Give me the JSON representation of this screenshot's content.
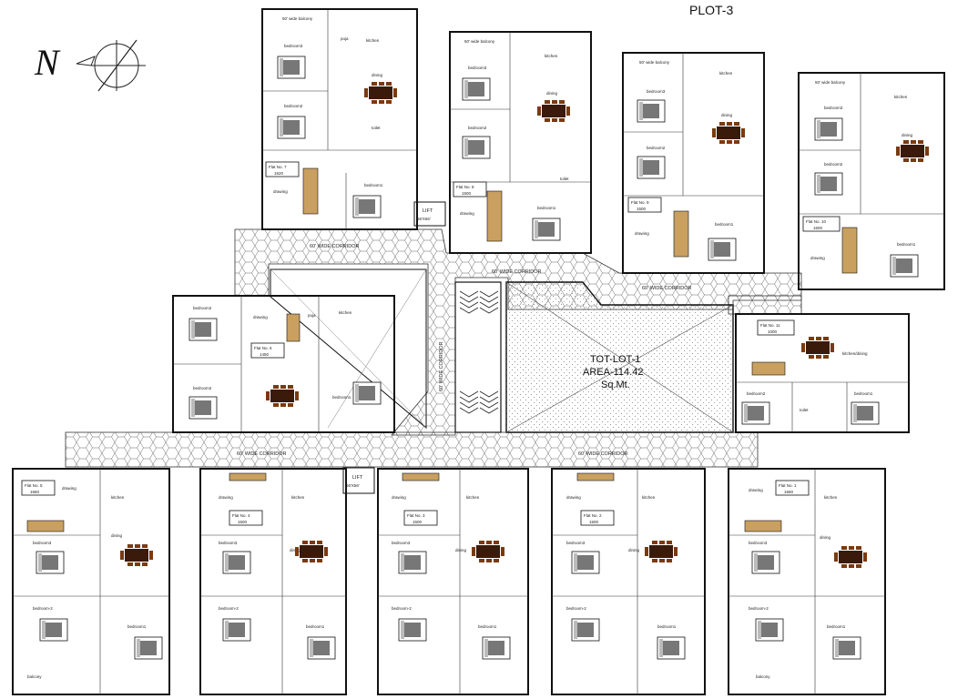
{
  "title": "PLOT-3",
  "north_label": "N",
  "tot_lot": {
    "line1": "TOT-LOT-1",
    "line2": "AREA-114.42",
    "line3": "Sq.Mt."
  },
  "corridors": [
    "60' WIDE CORRIDOR",
    "60' WIDE CORRIDOR",
    "60' WIDE CORRIDOR",
    "60' WIDE CORRIDOR",
    "60' WIDE CORRIDOR",
    "60' WIDE CORRIDOR"
  ],
  "lifts": [
    {
      "label": "LIFT",
      "size": "66'X56'"
    },
    {
      "label": "LIFT",
      "size": "66'X56'"
    }
  ],
  "flats": [
    {
      "label": "Flat No. 1",
      "area": "1660"
    },
    {
      "label": "Flat No. 2",
      "area": "1500"
    },
    {
      "label": "Flat No. 3",
      "area": "1500"
    },
    {
      "label": "Flat No. 4",
      "area": "1500"
    },
    {
      "label": "Flat No. 5",
      "area": "1660"
    },
    {
      "label": "Flat No. 6",
      "area": "1450"
    },
    {
      "label": "Flat No. 7",
      "area": "1620"
    },
    {
      "label": "Flat No. 8",
      "area": "1500"
    },
    {
      "label": "Flat No. 9",
      "area": "1500"
    },
    {
      "label": "Flat No. 10",
      "area": "1600"
    },
    {
      "label": "Flat No. 11",
      "area": "1000"
    }
  ],
  "rooms": {
    "bedroom1": "bedroom1",
    "bedroom2": "bedroom2",
    "bedroom3": "bedroom3",
    "bedroom_2": "bedroom-2",
    "drawing": "drawing",
    "dining": "dining",
    "kitchen": "kitchen",
    "toilet": "toilet",
    "puja": "puja",
    "balcony": "balcony",
    "wide_balcony": "50' wide balcony",
    "kitchen_dining": "kitchen/dining"
  }
}
